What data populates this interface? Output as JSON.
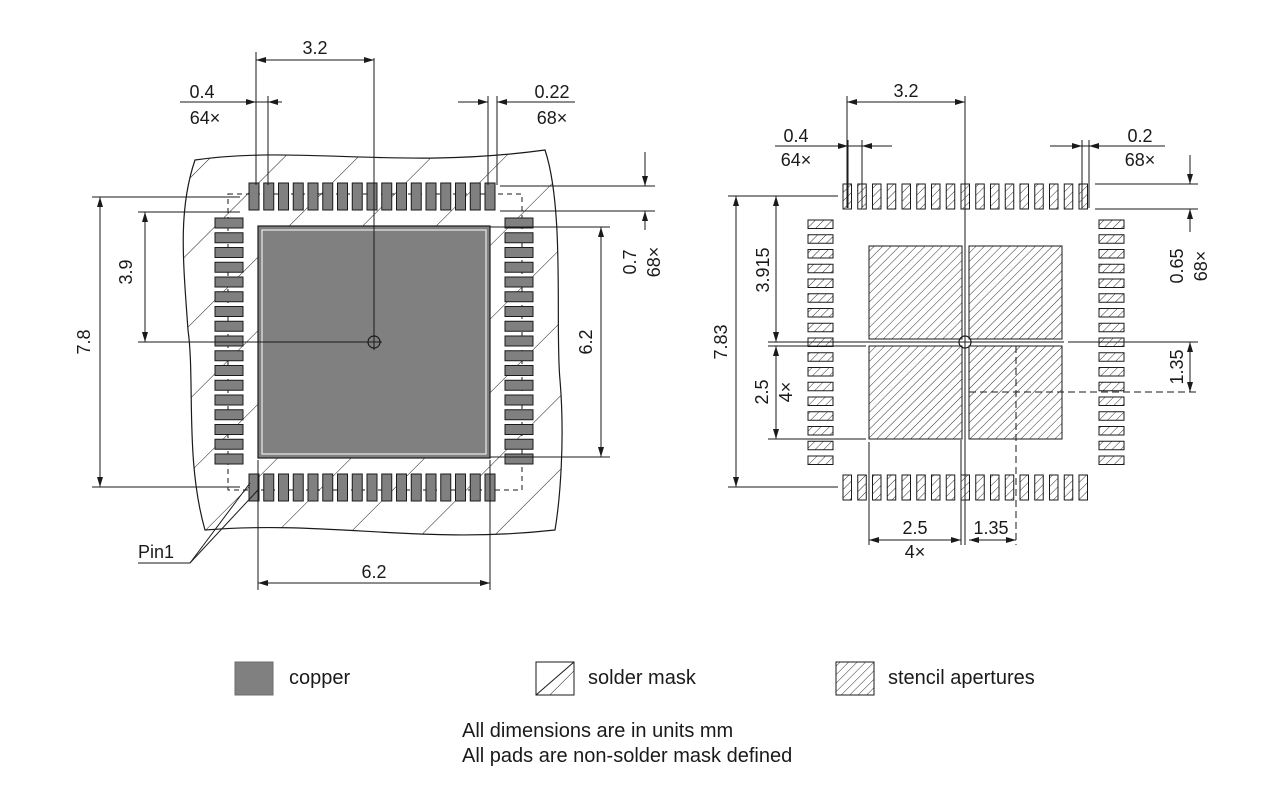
{
  "left_view": {
    "top_width": "3.2",
    "pitch_top": "0.4",
    "pitch_top_count": "64×",
    "pad_width_top": "0.22",
    "pad_width_top_count": "68×",
    "height_half": "3.9",
    "overall_height": "7.8",
    "pad_length": "0.7",
    "pad_length_count": "68×",
    "ep_height": "6.2",
    "ep_width": "6.2",
    "pin1_label": "Pin1"
  },
  "right_view": {
    "top_width": "3.2",
    "pitch_top": "0.4",
    "pitch_top_count": "64×",
    "pad_width_top": "0.2",
    "pad_width_top_count": "68×",
    "height_half": "3.915",
    "overall_height": "7.83",
    "pad_length": "0.65",
    "pad_length_count": "68×",
    "aperture_vertical": "2.5",
    "aperture_vertical_count": "4×",
    "gap_vertical": "1.35",
    "aperture_horizontal": "2.5",
    "aperture_horizontal_count": "4×",
    "gap_horizontal": "1.35"
  },
  "legend": {
    "copper": "copper",
    "solder_mask": "solder mask",
    "stencil": "stencil apertures",
    "colors": {
      "copper": "#808080",
      "line": "#1a1a1a"
    }
  },
  "notes": {
    "line1": "All dimensions are in units mm",
    "line2": "All pads are non-solder mask defined"
  }
}
